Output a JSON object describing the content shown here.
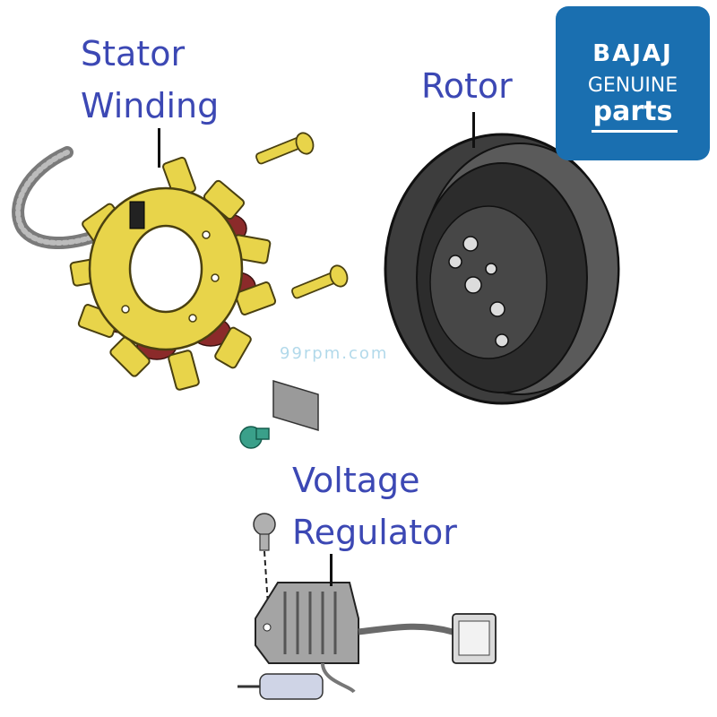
{
  "labels": {
    "stator_line1": "Stator",
    "stator_line2": "Winding",
    "rotor": "Rotor",
    "regulator_line1": "Voltage",
    "regulator_line2": "Regulator"
  },
  "logo": {
    "brand": "BAJAJ",
    "line2": "GENUINE",
    "line3": "parts"
  },
  "watermark": "99rpm.com",
  "colors": {
    "label_text": "#3c48b4",
    "badge_bg": "#1a6fb0",
    "stator_yellow": "#e8d44a",
    "winding_red": "#8b2a2a",
    "rotor_gray": "#4a4a4a",
    "regulator_gray": "#9a9a9a"
  },
  "icons": [
    "stator-icon",
    "rotor-icon",
    "voltage-regulator-icon",
    "bolt-icon",
    "connector-icon"
  ]
}
